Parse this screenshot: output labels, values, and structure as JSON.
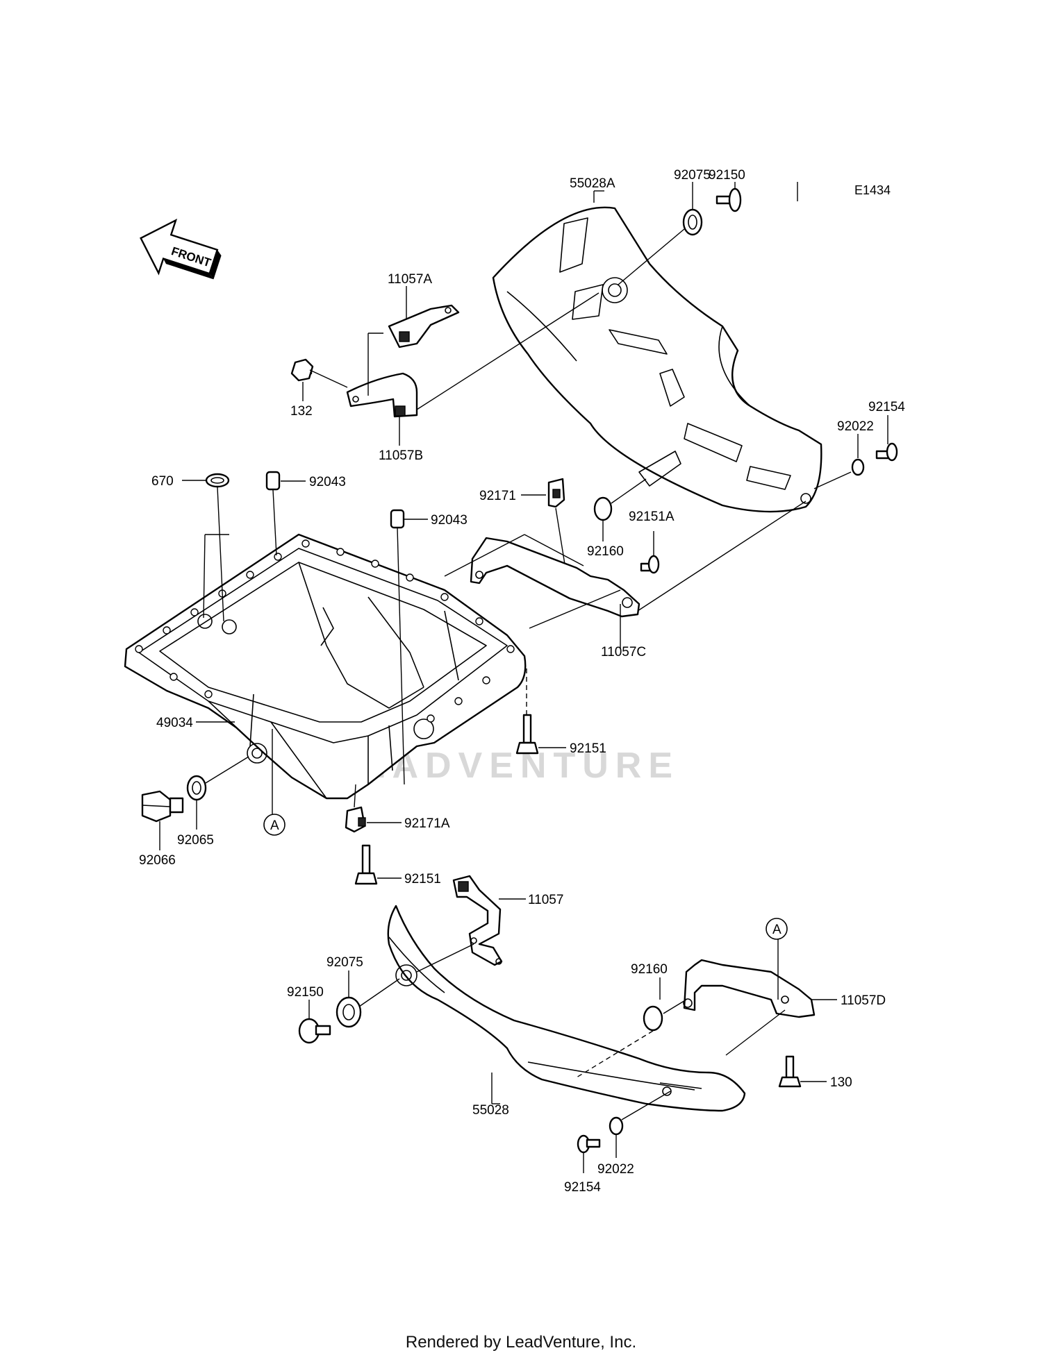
{
  "diagram": {
    "code": "E1434",
    "front_arrow_text": "FRONT",
    "watermark": "LEADVENTURE",
    "footer": "Rendered by LeadVenture, Inc.",
    "ref_mark": "A",
    "labels": {
      "p55028A": "55028A",
      "p92075_top": "92075",
      "p92150_top": "92150",
      "p11057A": "11057A",
      "p132": "132",
      "p11057B": "11057B",
      "p92154_top": "92154",
      "p92022_top": "92022",
      "p670": "670",
      "p92043_a": "92043",
      "p92043_b": "92043",
      "p92171": "92171",
      "p92151A": "92151A",
      "p92160_top": "92160",
      "p11057C": "11057C",
      "p49034": "49034",
      "p92151_a": "92151",
      "p92065": "92065",
      "p92066": "92066",
      "p92171A": "92171A",
      "p92151_b": "92151",
      "p11057": "11057",
      "p92075_bot": "92075",
      "p92150_bot": "92150",
      "p92160_bot": "92160",
      "p11057D": "11057D",
      "p130": "130",
      "p55028": "55028",
      "p92022_bot": "92022",
      "p92154_bot": "92154"
    }
  }
}
